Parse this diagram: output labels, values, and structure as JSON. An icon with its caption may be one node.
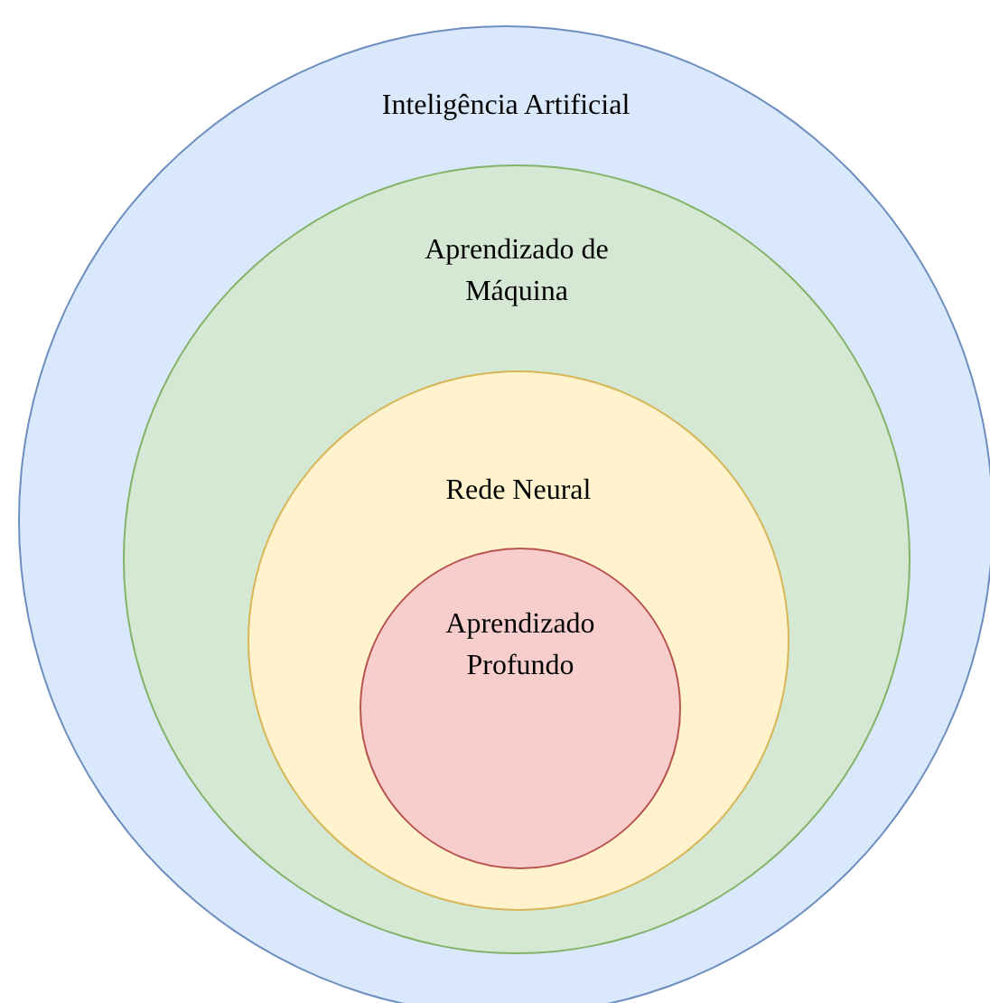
{
  "diagram": {
    "nodes": [
      {
        "text": [
          "Inteligência Artificial"
        ]
      },
      {
        "text": [
          "Aprendizado de Máquina"
        ],
        "in": 0
      },
      {
        "text": [
          "Rede Neural"
        ],
        "in": 1
      },
      {
        "text": [
          "Aprendizado Profundo"
        ],
        "in": 2
      }
    ]
  }
}
